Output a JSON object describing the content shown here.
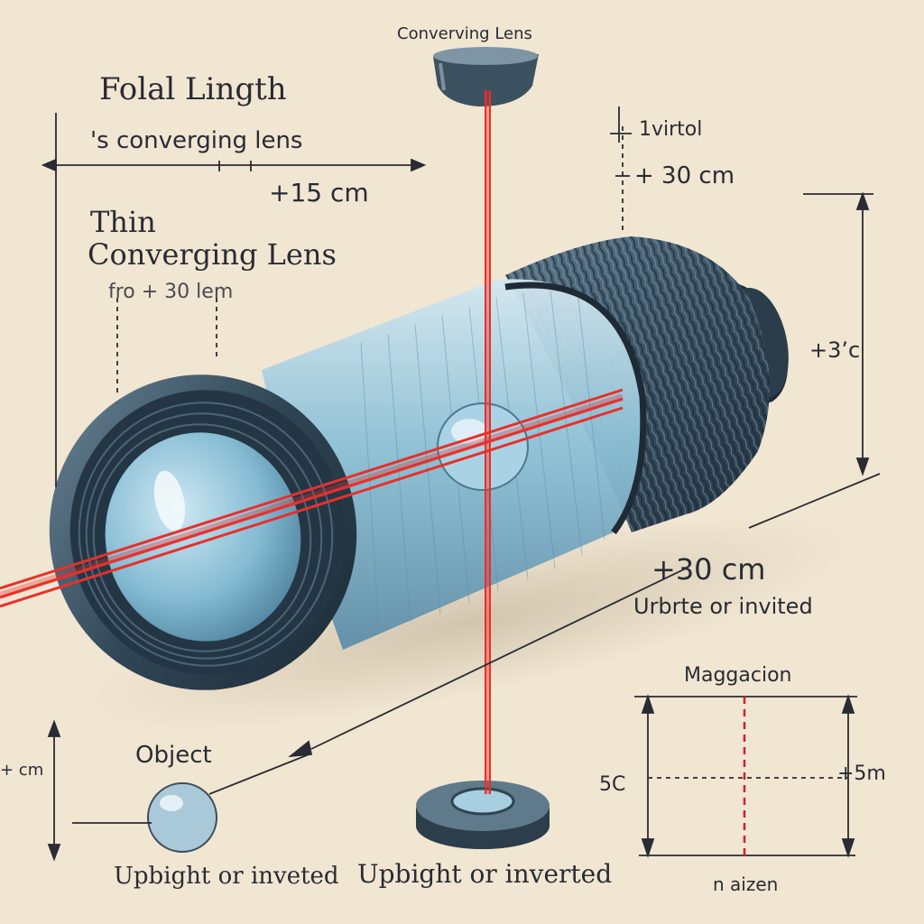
{
  "labels": {
    "top_lens": "Converving Lens",
    "focal_title": "Folal Lingth",
    "focal_sub": "'s converging lens",
    "focal_value": "+15 cm",
    "thin_line1": "Thin",
    "thin_line2": "Converging Lens",
    "from_note": "fro + 30 lem",
    "virtual_note": "1virtol",
    "virtual_value": "+ 30 cm",
    "right_height": "+3’c",
    "distance_value": "+30 cm",
    "upright_right": "Urbrte or invited",
    "magnification": "Maggacion",
    "left_small": "+ cm",
    "object": "Object",
    "mag_left": "5C",
    "mag_right": "+5m",
    "upright_left": "Upbight or inveted",
    "upright_center": "Upbight or inverted",
    "bottom_size": "n aizen"
  },
  "colors": {
    "background": "#f1e6d2",
    "ink": "#2a2b33",
    "beam": "#e8302a",
    "lens_glass": "#8fc1d8",
    "metal": "#3b4f5e"
  }
}
